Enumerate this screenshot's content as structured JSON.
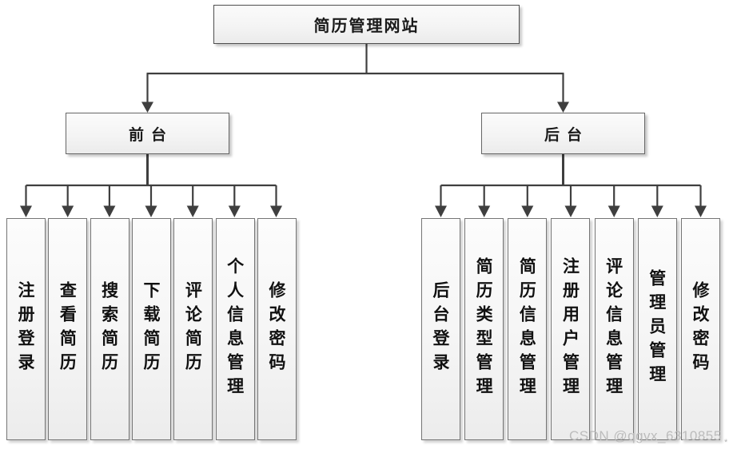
{
  "diagram": {
    "root": {
      "label": "简历管理网站"
    },
    "branches": [
      {
        "label": "前台",
        "children": [
          "注册登录",
          "查看简历",
          "搜索简历",
          "下载简历",
          "评论简历",
          "个人信息管理",
          "修改密码"
        ]
      },
      {
        "label": "后台",
        "children": [
          "后台登录",
          "简历类型管理",
          "简历信息管理",
          "注册用户管理",
          "评论信息管理",
          "管理员管理",
          "修改密码"
        ]
      }
    ]
  },
  "colors": {
    "connector_line": "#3f3f3f",
    "box_border": "#666666",
    "box_fill_top": "#fbfbfb",
    "box_fill_bottom": "#ebebeb",
    "watermark_gray": "#b9b9b9"
  },
  "watermark": {
    "text": "CSDN @qgvx_6310855",
    "corner_mark": "*"
  }
}
